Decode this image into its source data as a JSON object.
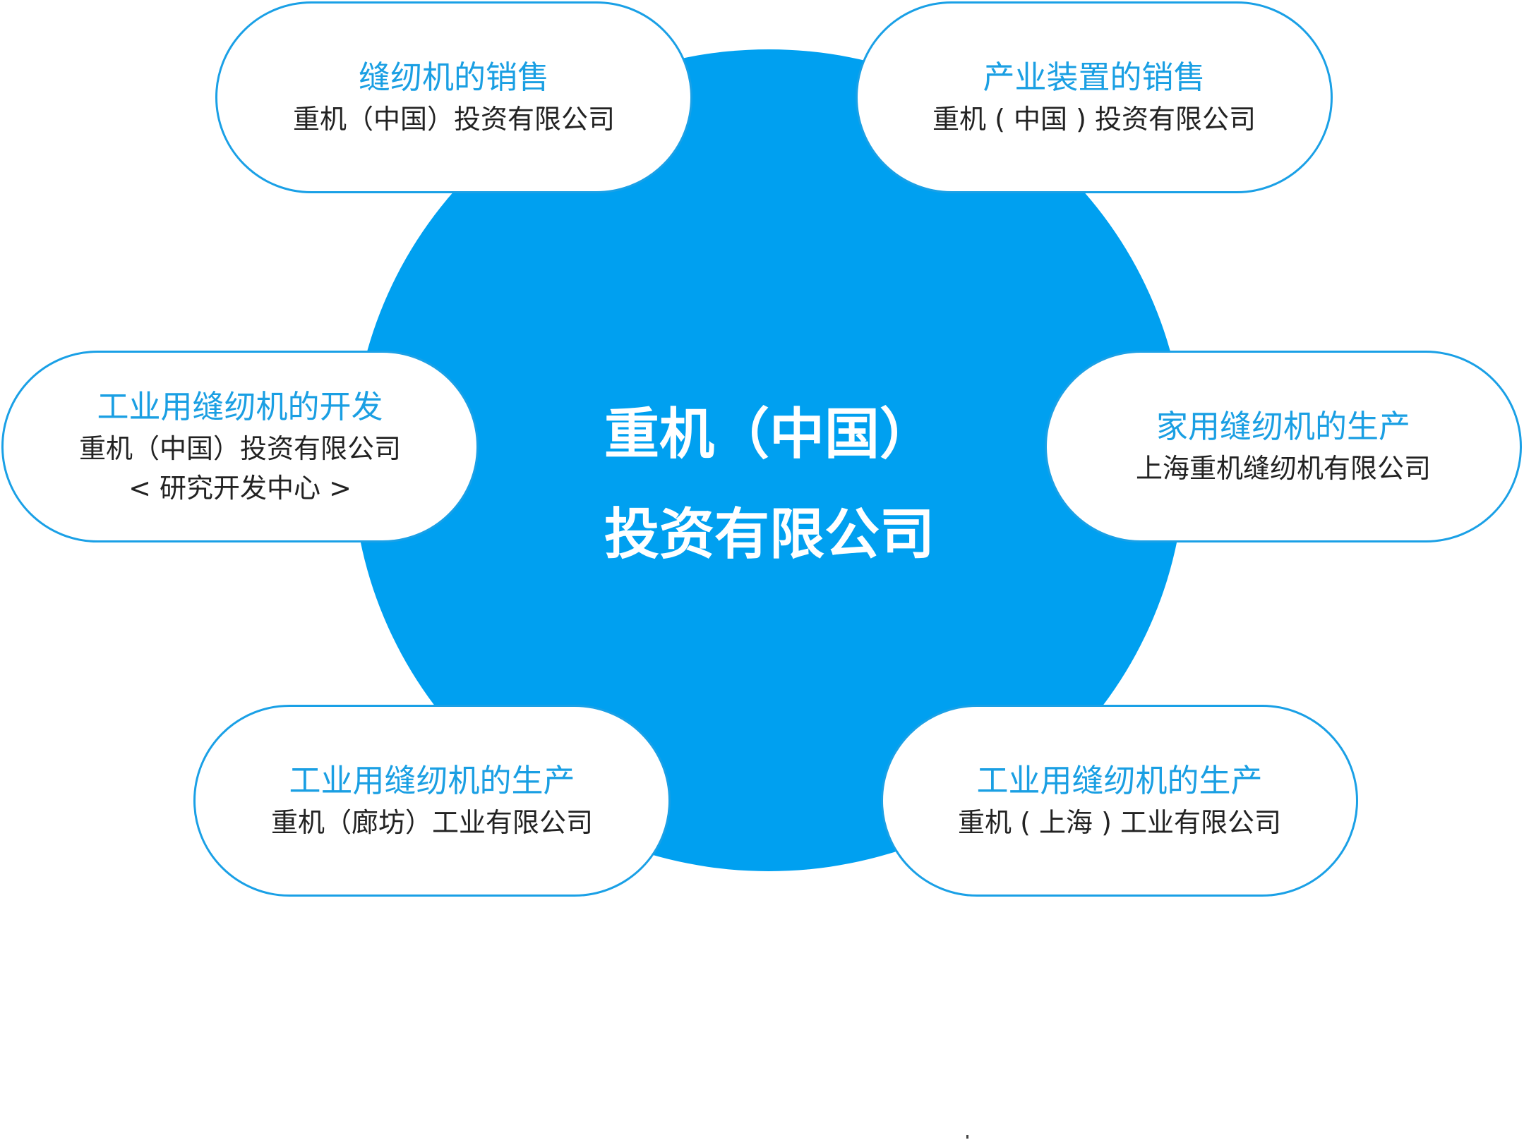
{
  "hub": {
    "line1": "重机（中国）",
    "line2": "投资有限公司",
    "color": "#00a0f0"
  },
  "nodes": [
    {
      "title": "缝纫机的销售",
      "subtitle": "重机（中国）投资有限公司",
      "note": ""
    },
    {
      "title": "产业装置的销售",
      "subtitle": "重机 ( 中国 ) 投资有限公司",
      "note": ""
    },
    {
      "title": "工业用缝纫机的开发",
      "subtitle": "重机（中国）投资有限公司",
      "note": "< 研究开发中心 >"
    },
    {
      "title": "家用缝纫机的生产",
      "subtitle": "上海重机缝纫机有限公司",
      "note": ""
    },
    {
      "title": "工业用缝纫机的生产",
      "subtitle": "重机（廊坊）工业有限公司",
      "note": ""
    },
    {
      "title": "工业用缝纫机的生产",
      "subtitle": "重机 ( 上海 ) 工业有限公司",
      "note": ""
    }
  ],
  "colors": {
    "accent": "#1a9fe3",
    "border": "#1aa0e6",
    "text": "#222222"
  }
}
